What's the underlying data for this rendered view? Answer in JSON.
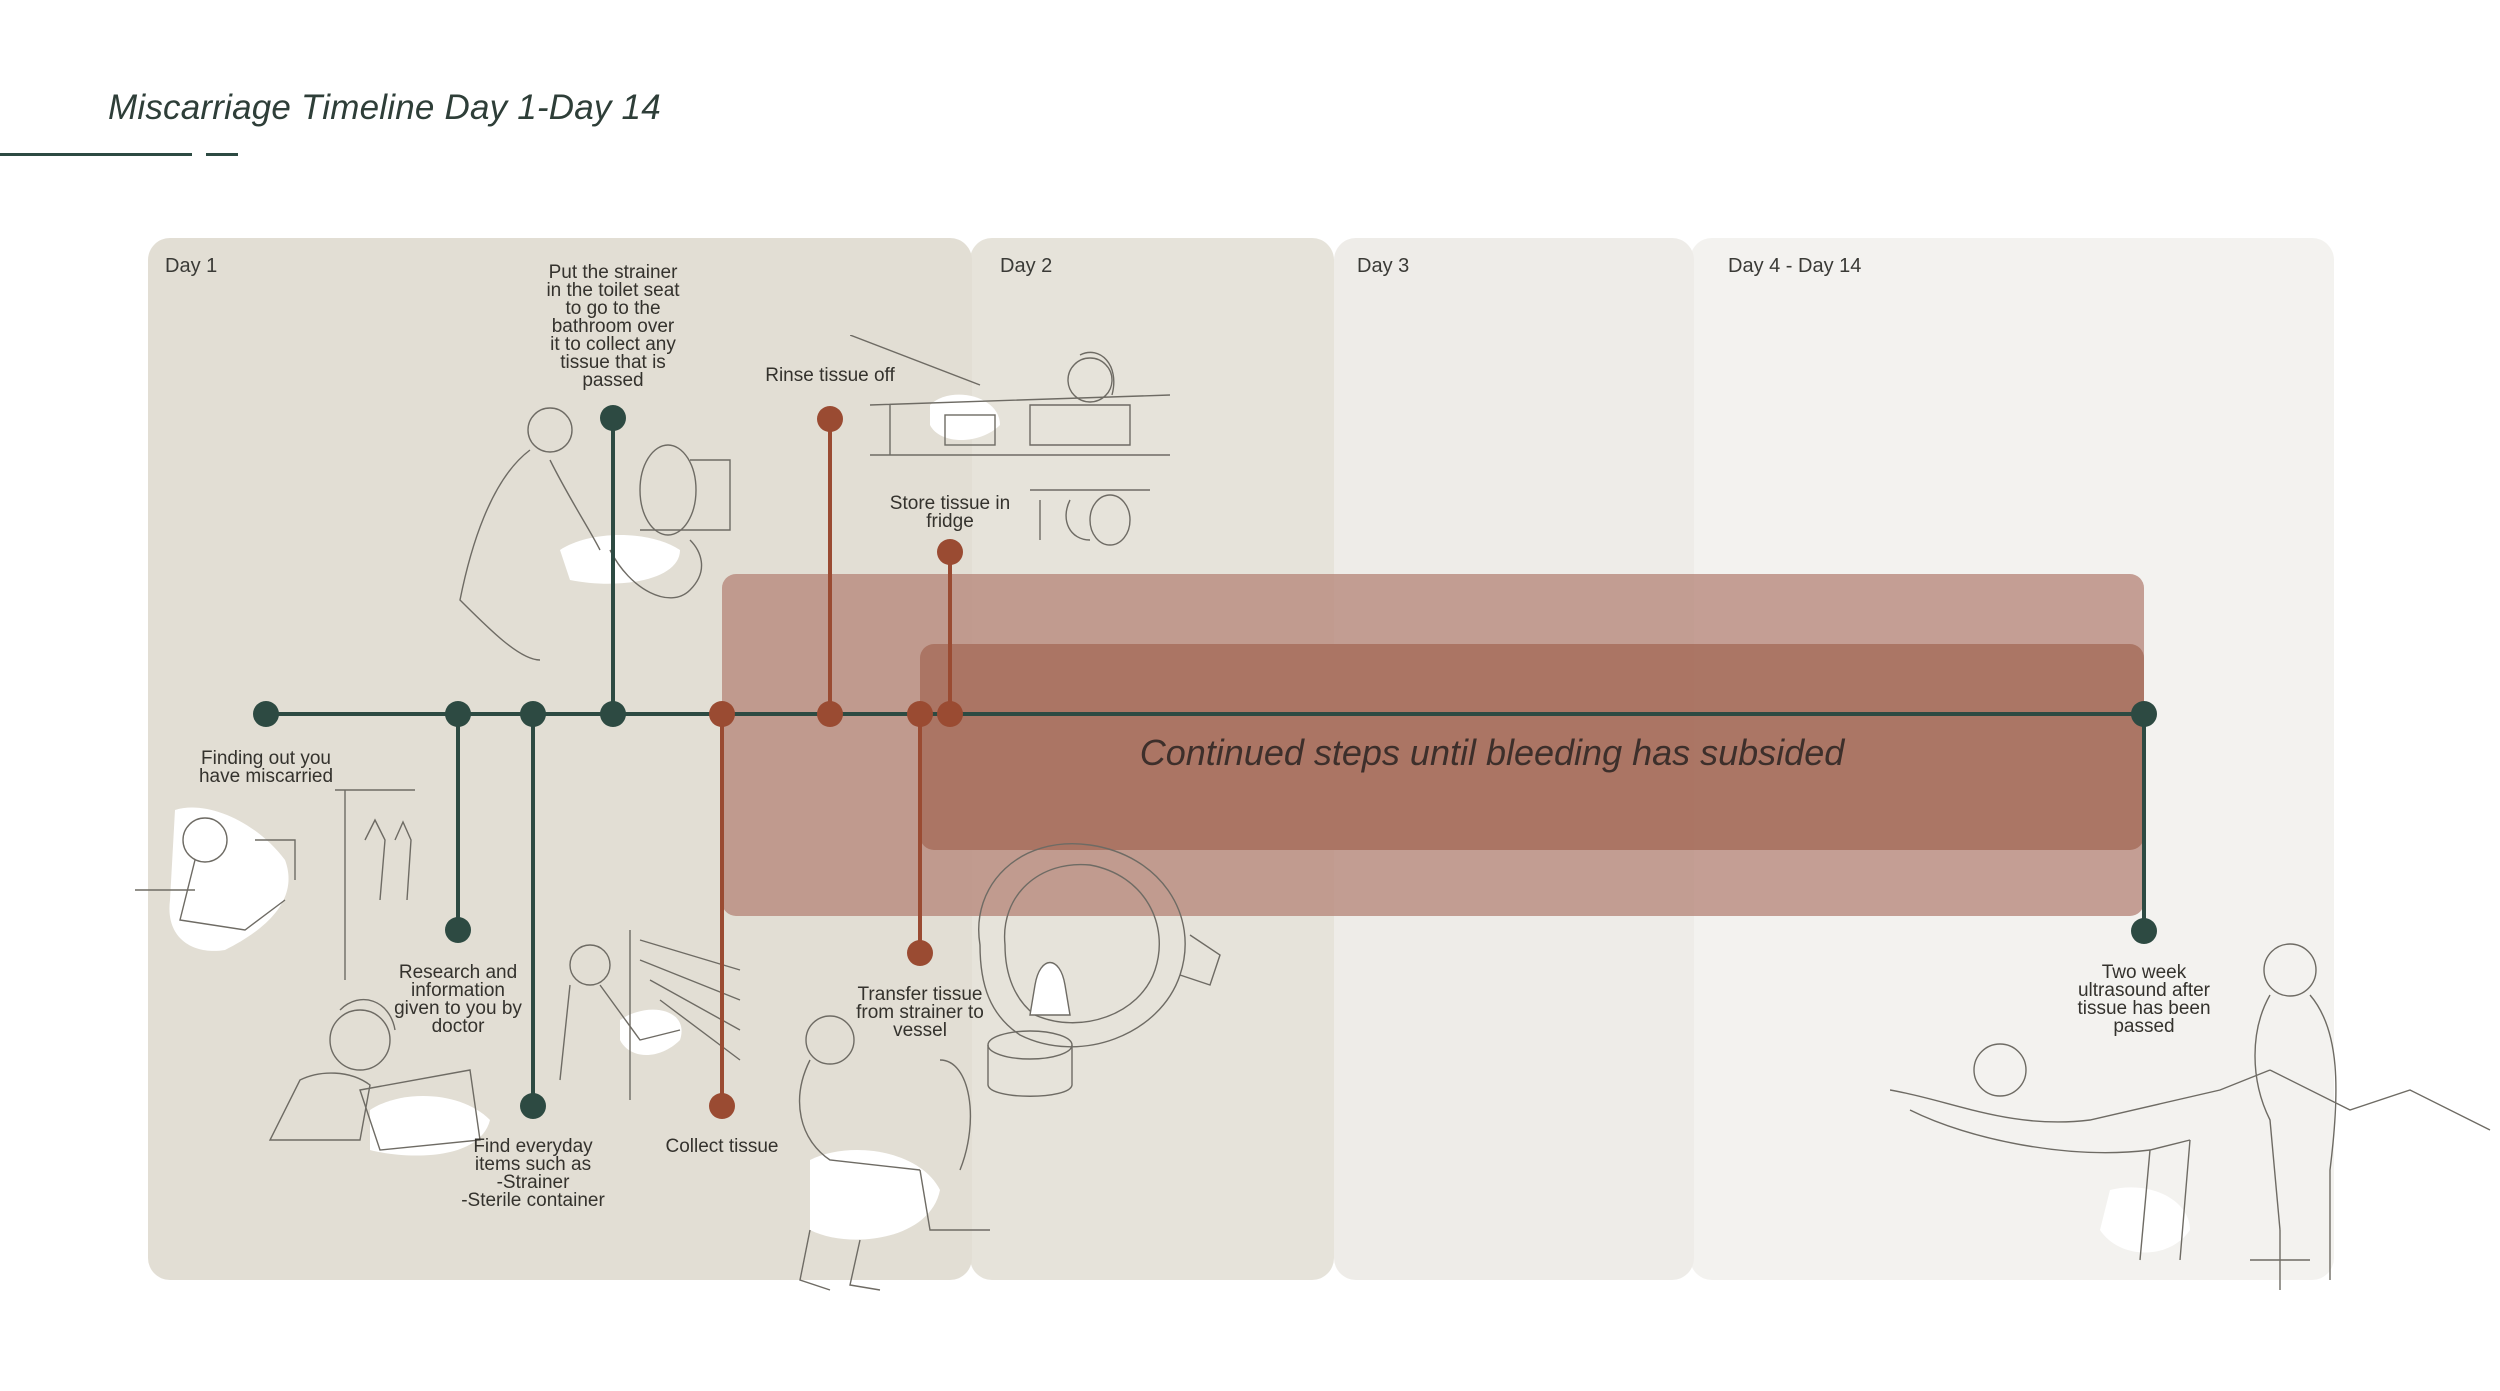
{
  "title": "Miscarriage Timeline Day 1-Day 14",
  "colors": {
    "line_dark": "#2d4a42",
    "line_rust": "#9a4b32",
    "panel_day1": "#e2ded4",
    "panel_day2": "#e6e3da",
    "panel_day3": "#eeece8",
    "panel_day4": "#f3f2ef",
    "band_outer": "#b6877a",
    "band_inner": "#a66d5a"
  },
  "days": [
    {
      "label": "Day 1"
    },
    {
      "label": "Day 2"
    },
    {
      "label": "Day 3"
    },
    {
      "label": "Day 4 - Day 14"
    }
  ],
  "band_caption": "Continued steps until bleeding has subsided",
  "events": [
    {
      "text": "Finding out you\nhave miscarried",
      "color": "dark"
    },
    {
      "text": "Research and\ninformation\ngiven to you by\ndoctor",
      "color": "dark"
    },
    {
      "text": "Find everyday\nitems such as\n-Strainer\n-Sterile container",
      "color": "dark"
    },
    {
      "text": "Put the strainer\nin the toilet seat\nto go to the\nbathroom over\nit to collect any\ntissue that is\npassed",
      "color": "dark"
    },
    {
      "text": "Collect tissue",
      "color": "rust"
    },
    {
      "text": "Rinse tissue off",
      "color": "rust"
    },
    {
      "text": "Transfer tissue\nfrom strainer to\nvessel",
      "color": "rust"
    },
    {
      "text": "Store tissue in\nfridge",
      "color": "rust"
    },
    {
      "text": "Two week\nultrasound after\ntissue has been\npassed",
      "color": "dark"
    }
  ],
  "icons": [
    "woman-phone-sketch-icon",
    "woman-tablet-sketch-icon",
    "woman-shopping-sketch-icon",
    "woman-toilet-strainer-sketch-icon",
    "woman-sitting-sketch-icon",
    "woman-rinse-sink-sketch-icon",
    "fridge-shelf-sketch-icon",
    "strainer-vessel-sketch-icon",
    "ultrasound-exam-sketch-icon"
  ]
}
